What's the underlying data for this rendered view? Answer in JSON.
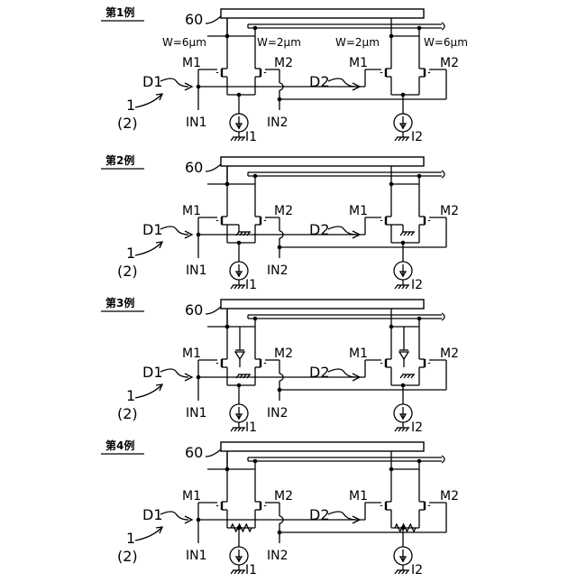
{
  "examples": [
    {
      "heading": "第1例",
      "rail_label": "60",
      "widths": [
        "W=6μm",
        "W=2μm",
        "W=2μm",
        "W=6μm"
      ],
      "m1": "M1",
      "m2": "M2",
      "m1b": "M1",
      "m2b": "M2",
      "d1": "D1",
      "d2": "D2",
      "ref_num": "1",
      "ref_paren": "(2)",
      "in1": "IN1",
      "in2": "IN2",
      "i1": "I1",
      "i2": "I2",
      "variant": "plain"
    },
    {
      "heading": "第2例",
      "rail_label": "60",
      "widths": [],
      "m1": "M1",
      "m2": "M2",
      "m1b": "M1",
      "m2b": "M2",
      "d1": "D1",
      "d2": "D2",
      "ref_num": "1",
      "ref_paren": "(2)",
      "in1": "IN1",
      "in2": "IN2",
      "i1": "I1",
      "i2": "I2",
      "variant": "ground"
    },
    {
      "heading": "第3例",
      "rail_label": "60",
      "widths": [],
      "m1": "M1",
      "m2": "M2",
      "m1b": "M1",
      "m2b": "M2",
      "d1": "D1",
      "d2": "D2",
      "ref_num": "1",
      "ref_paren": "(2)",
      "in1": "IN1",
      "in2": "IN2",
      "i1": "I1",
      "i2": "I2",
      "variant": "diode"
    },
    {
      "heading": "第4例",
      "rail_label": "60",
      "widths": [],
      "m1": "M1",
      "m2": "M2",
      "m1b": "M1",
      "m2b": "M2",
      "d1": "D1",
      "d2": "D2",
      "ref_num": "1",
      "ref_paren": "(2)",
      "in1": "IN1",
      "in2": "IN2",
      "i1": "I1",
      "i2": "I2",
      "variant": "resistor"
    }
  ]
}
